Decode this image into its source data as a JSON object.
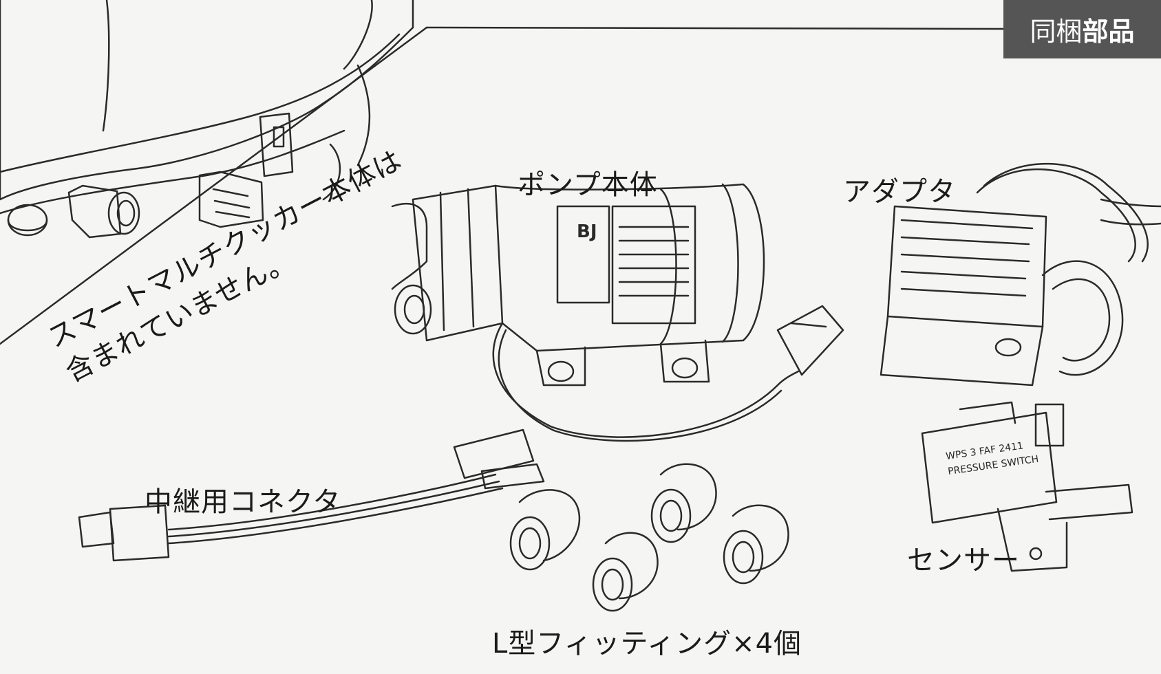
{
  "badge": {
    "part1": "同梱",
    "part2": "部品"
  },
  "note": {
    "line1": "スマートマルチクッカー本体は",
    "line2": "含まれていません。"
  },
  "labels": {
    "pump": "ポンプ本体",
    "adapter": "アダプタ",
    "connector": "中継用コネクタ",
    "sensor": "センサー",
    "fittings": "L型フィッティング×4個"
  },
  "printed": {
    "pump_brand": "BJ",
    "sensor_line1": "WPS 3 FAF 2411",
    "sensor_line2": "PRESSURE SWITCH"
  },
  "colors": {
    "line": "#2a2a2a",
    "badge_bg": "#555555",
    "background": "#f5f5f3"
  }
}
